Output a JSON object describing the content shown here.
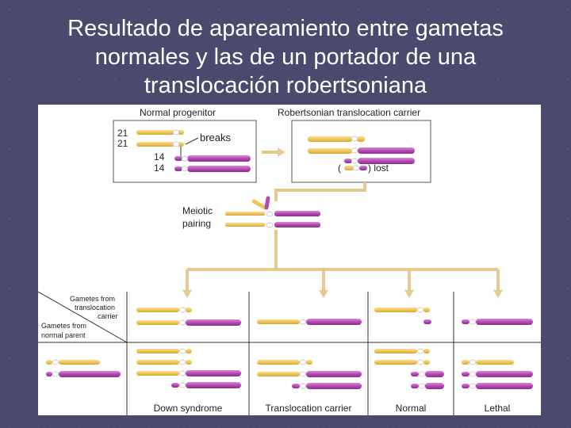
{
  "slide": {
    "title_lines": [
      "Resultado de apareamiento entre gametas",
      "normales y las de un portador de una",
      "translocación robertsoniana"
    ]
  },
  "figure": {
    "normal_progenitor": "Normal progenitor",
    "carrier_header": "Robertsonian translocation carrier",
    "chr_21_a": "21",
    "chr_21_b": "21",
    "chr_14_a": "14",
    "chr_14_b": "14",
    "breaks": "breaks",
    "lost_open": "(",
    "lost": ") lost",
    "meiotic_line1": "Meiotic",
    "meiotic_line2": "pairing",
    "gametes_carrier_1": "Gametes from",
    "gametes_carrier_2": "translocation",
    "gametes_carrier_3": "carrier",
    "gametes_normal_1": "Gametes from",
    "gametes_normal_2": "normal parent",
    "outcomes": [
      "Down syndrome",
      "Translocation carrier",
      "Normal",
      "Lethal"
    ]
  },
  "colors": {
    "chr21": "#f0c55a",
    "chr14": "#b44ab4",
    "centromere": "#ffffff",
    "arrow": "#e8c890",
    "background": "#4a4a6e"
  }
}
